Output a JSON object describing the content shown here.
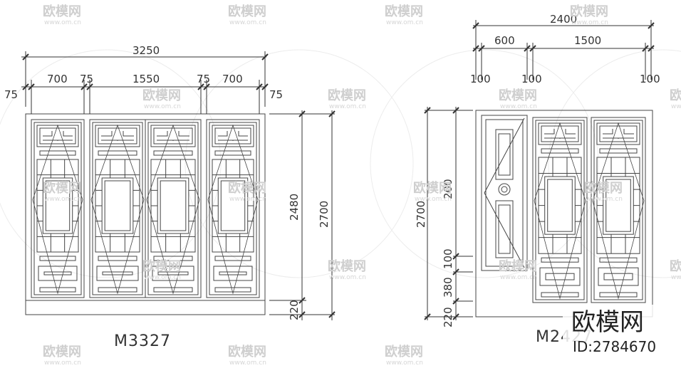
{
  "left_door": {
    "label": "M3327",
    "dims": {
      "total_width": "3250",
      "seg_700_a": "700",
      "seg_75_a": "75",
      "seg_1550": "1550",
      "seg_75_b": "75",
      "seg_700_b": "700",
      "edge_75_left": "75",
      "edge_75_right": "75",
      "height_inner": "2480",
      "height_total": "2700",
      "base": "220"
    }
  },
  "right_door": {
    "label": "M2427",
    "dims": {
      "total_width": "2400",
      "seg_600": "600",
      "seg_1500": "1500",
      "seg_100_a": "100",
      "seg_100_b": "100",
      "seg_100_c": "100",
      "height_total": "2700",
      "h_200": "200",
      "h_100": "100",
      "h_380": "380",
      "base": "220"
    }
  },
  "watermark": {
    "brand": "欧模网",
    "url": "www.om.cn",
    "id_text": "ID:2784670"
  },
  "colors": {
    "line": "#444444",
    "watermark": "#cfcfcf"
  }
}
